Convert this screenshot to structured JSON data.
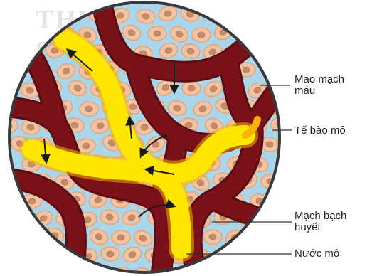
{
  "watermark": {
    "line1": "THƯ",
    "line2": "SÁCH"
  },
  "labels": {
    "capillary": [
      "Mao mạch",
      "máu"
    ],
    "tissue_cell": [
      "Tế bào mô"
    ],
    "lymph_vessel": [
      "Mạch bạch",
      "huyết"
    ],
    "tissue_fluid": [
      "Nước mô"
    ]
  },
  "colors": {
    "border": "#3a3a3a",
    "fluid": "#a9d6ea",
    "cell": "#eec3a8",
    "cell_ring": "#e9a46e",
    "cell_nucleus": "#c88b66",
    "blood_vessel": "#7b1119",
    "blood_vessel_edge": "#5e0c12",
    "lymph_vessel": "#ffe600",
    "lymph_glow": "#f6b400",
    "arrow": "#1a1a1a",
    "leader_line": "#333333"
  }
}
